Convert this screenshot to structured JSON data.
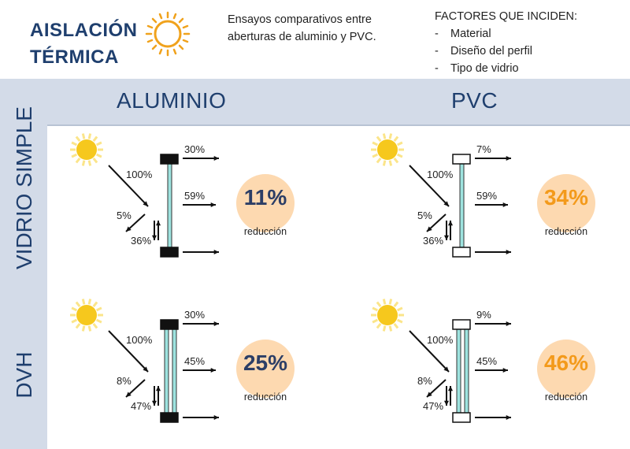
{
  "header": {
    "title_line1": "AISLACIÓN",
    "title_line2": "TÉRMICA",
    "description": "Ensayos comparativos entre aberturas de aluminio y PVC.",
    "factors_title": "FACTORES QUE INCIDEN:",
    "factors": [
      "Material",
      "Diseño del perfil",
      "Tipo de vidrio"
    ]
  },
  "columns": [
    "ALUMINIO",
    "PVC"
  ],
  "rows": [
    "VIDRIO SIMPLE",
    "DVH"
  ],
  "cells": {
    "vs_alu": {
      "top": "30%",
      "mid": "59%",
      "in": "100%",
      "refl": "5%",
      "loss": "36%",
      "reduction": "11%",
      "reduction_label": "reducción",
      "color": "#2c3e66"
    },
    "vs_pvc": {
      "top": "7%",
      "mid": "59%",
      "in": "100%",
      "refl": "5%",
      "loss": "36%",
      "reduction": "34%",
      "reduction_label": "reducción",
      "color": "#f39a1b"
    },
    "dvh_alu": {
      "top": "30%",
      "mid": "45%",
      "in": "100%",
      "refl": "8%",
      "loss": "47%",
      "reduction": "25%",
      "reduction_label": "reducción",
      "color": "#2c3e66"
    },
    "dvh_pvc": {
      "top": "9%",
      "mid": "45%",
      "in": "100%",
      "refl": "8%",
      "loss": "47%",
      "reduction": "46%",
      "reduction_label": "reducción",
      "color": "#f39a1b"
    }
  }
}
